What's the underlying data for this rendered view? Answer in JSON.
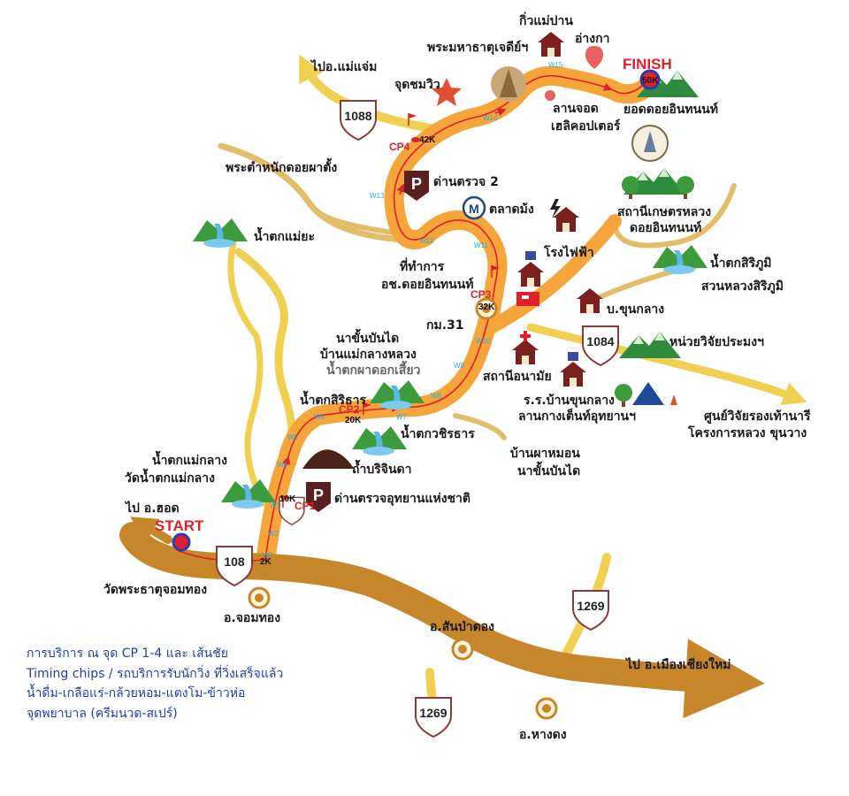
{
  "labels": {
    "kiw_mae_pan": "กิ่วแม่ปาน",
    "phra_mahathat": "พระมหาธาตุเจดีย์ฯ",
    "ang_ka": "อ่างกา",
    "finish": "FINISH",
    "finish_km": "50K",
    "doi_inthanon_peak": "ยอดดอยอินทนนท์",
    "jut_chom_wiw": "จุดชมวิว",
    "to_mae_chaem": "ไปอ.แม่แจ่ม",
    "lan_jod_1": "ลานจอด",
    "lan_jod_2": "เฮลิคอปเตอร์",
    "phra_tamnak": "พระตำหนักดอยผาตั้ง",
    "checkpoint_2": "ด่านตรวจ 2",
    "talad_mang": "ตลาดม้ง",
    "agri_station_1": "สถานีเกษตรหลวง",
    "agri_station_2": "ดอยอินทนนท์",
    "mae_ya": "น้ำตกแม่ยะ",
    "power_plant": "โรงไฟฟ้า",
    "siriphum_1": "น้ำตกสิริภูมิ",
    "siriphum_2": "สวนหลวงสิริภูมิ",
    "office_1": "ที่ทำการ",
    "office_2": "อช.ดอยอินทนนท์",
    "km31": "กม.31",
    "ban_khun_klang": "บ.ขุนกลาง",
    "nachan_1": "นาขั้นบันได",
    "nachan_2": "บ้านแม่กลางหลวง",
    "pha_dok_siaw": "น้ำตกผาดอกเสี้ยว",
    "health_station": "สถานีอนามัย",
    "fishery_station": "หน่วยวิจัยประมงฯ",
    "sirithan": "น้ำตกสิริธาร",
    "school_1": "ร.ร.บ้านขุนกลาง",
    "school_2": "ลานกางเต็นท์อุทยานฯ",
    "khun_wang_1": "ศูนย์วิจัยรองเท้านารี",
    "khun_wang_2": "โครงการหลวง ขุนวาง",
    "wachirathan": "น้ำตกวชิรธาร",
    "borijinda": "ถ้ำบริจินดา",
    "pha_mon_1": "บ้านผาหมอน",
    "pha_mon_2": "นาขั้นบันได",
    "mae_klang_falls": "น้ำตกแม่กลาง",
    "wat_mae_klang": "วัดน้ำตกแม่กลาง",
    "checkpoint_park": "ด่านตรวจอุทยานแห่งชาติ",
    "to_hot": "ไป อ.ฮอด",
    "start": "START",
    "wat_phra_that": "วัดพระธาตุจอมทอง",
    "chom_thong": "อ.จอมทอง",
    "san_pa_tong": "อ.สันป่าตอง",
    "to_chiang_mai": "ไป อ.เมืองเชียงใหม่",
    "hang_dong": "อ.หางดง"
  },
  "checkpoints": {
    "cp1": "CP1",
    "cp2": "CP2",
    "cp3": "CP3",
    "cp4": "CP4"
  },
  "distances": {
    "k2": "2K",
    "k10": "10K",
    "k20": "20K",
    "k32": "32K",
    "k42": "42K"
  },
  "route_shields": {
    "r108": "108",
    "r1088": "1088",
    "r1084": "1084",
    "r1269_a": "1269",
    "r1269_b": "1269"
  },
  "waypoints": [
    "W1",
    "W2",
    "W3",
    "W4",
    "W5",
    "W6",
    "W7",
    "W8",
    "W9",
    "W10",
    "W11",
    "W12",
    "W13",
    "W14",
    "W15"
  ],
  "icons": {
    "parking": "P",
    "market": "M"
  },
  "notes": [
    "การบริการ ณ จุด CP 1-4 และ เส้นชัย",
    "Timing chips / รถบริการรับนักวิ่ง ที่วิ่งเสร็จแล้ว",
    "น้ำดื่ม-เกลือแร่-กล้วยหอม-แตงโม-ข้าวห่อ",
    "จุดพยาบาล (ครีมนวด-สเปร์)"
  ],
  "colors": {
    "main_road": "#c8862a",
    "mountain_road": "#f5a53a",
    "side_road": "#f0d050",
    "minor_road": "#e2bd6a",
    "route_line": "#e0202a",
    "note_text": "#1f3fb0"
  }
}
